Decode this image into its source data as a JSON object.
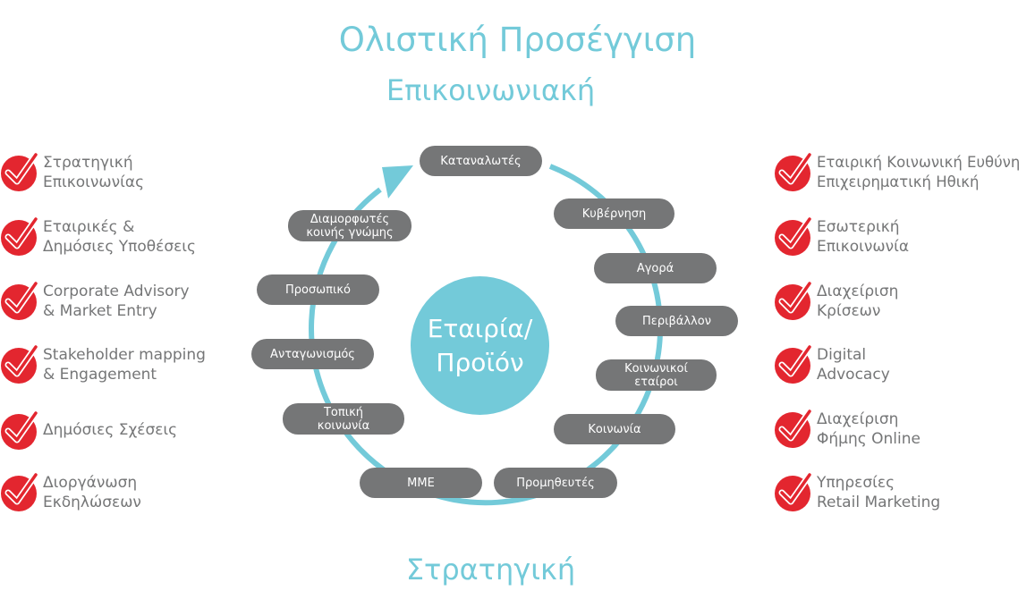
{
  "header": {
    "title": "Ολιστική Προσέγγιση",
    "top_label": "Επικοινωνιακή",
    "bottom_label": "Στρατηγική"
  },
  "center": {
    "line1": "Εταιρία/",
    "line2": "Προϊόν"
  },
  "ring_nodes": [
    {
      "line1": "Καταναλωτές",
      "line2": ""
    },
    {
      "line1": "Κυβέρνηση",
      "line2": ""
    },
    {
      "line1": "Αγορά",
      "line2": ""
    },
    {
      "line1": "Περιβάλλον",
      "line2": ""
    },
    {
      "line1": "Κοινωνικοί",
      "line2": "εταίροι"
    },
    {
      "line1": "Κοινωνία",
      "line2": ""
    },
    {
      "line1": "Προμηθευτές",
      "line2": ""
    },
    {
      "line1": "ΜΜΕ",
      "line2": ""
    },
    {
      "line1": "Τοπική",
      "line2": "κοινωνία"
    },
    {
      "line1": "Ανταγωνισμός",
      "line2": ""
    },
    {
      "line1": "Προσωπικό",
      "line2": ""
    },
    {
      "line1": "Διαμορφωτές",
      "line2": "κοινής γνώμης"
    }
  ],
  "left_services": [
    {
      "line1": "Στρατηγική",
      "line2": "Επικοινωνίας"
    },
    {
      "line1": "Εταιρικές &",
      "line2": "Δημόσιες Υποθέσεις"
    },
    {
      "line1": "Corporate Advisory",
      "line2": "& Market Entry"
    },
    {
      "line1": "Stakeholder mapping",
      "line2": "& Engagement"
    },
    {
      "line1": "Δημόσιες Σχέσεις",
      "line2": ""
    },
    {
      "line1": "Διοργάνωση",
      "line2": "Εκδηλώσεων"
    }
  ],
  "right_services": [
    {
      "line1": "Εταιρική Κοινωνική Ευθύνη",
      "line2": "Επιχειρηματική Ηθική"
    },
    {
      "line1": "Εσωτερική",
      "line2": "Επικοινωνία"
    },
    {
      "line1": "Διαχείριση",
      "line2": "Κρίσεων"
    },
    {
      "line1": "Digital",
      "line2": "Advocacy"
    },
    {
      "line1": "Διαχείριση",
      "line2": "Φήμης Online"
    },
    {
      "line1": "Υπηρεσίες",
      "line2": "Retail Marketing"
    }
  ],
  "colors": {
    "accent": "#73cad9",
    "pill": "#757677",
    "text": "#757677",
    "check": "#e3262f"
  },
  "icons": {
    "service_bullet": "check-icon",
    "cycle_arrow": "arrow-head-icon"
  }
}
